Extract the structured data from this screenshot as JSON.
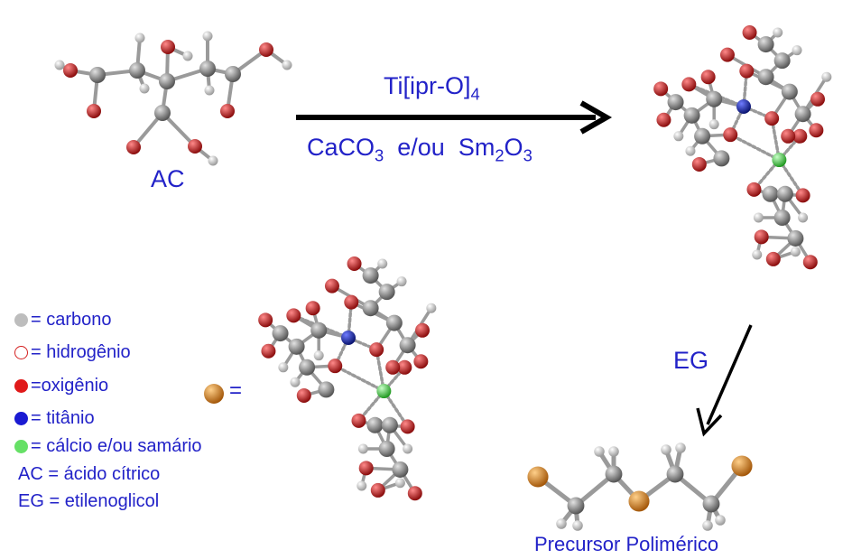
{
  "labels": {
    "ac": "AC",
    "reagent_top": "Ti[ipr-O]",
    "reagent_top_sub": "4",
    "reagent_bottom_1": "CaCO",
    "reagent_bottom_1_sub": "3",
    "reagent_bottom_or": "e/ou",
    "reagent_bottom_2a": "Sm",
    "reagent_bottom_2a_sub": "2",
    "reagent_bottom_2b": "O",
    "reagent_bottom_2b_sub": "3",
    "eg": "EG",
    "product": "Precursor Polimérico",
    "equals": "="
  },
  "legend": {
    "items": [
      {
        "symbol": "gray",
        "text": "= carbono"
      },
      {
        "symbol": "open",
        "text": "= hidrogênio"
      },
      {
        "symbol": "red",
        "text": "=oxigênio"
      },
      {
        "symbol": "blue",
        "text": " = titânio"
      },
      {
        "symbol": "green",
        "text": "= cálcio e/ou samário"
      }
    ],
    "abbreviations": [
      "AC = ácido cítrico",
      "EG = etilenoglicol"
    ]
  },
  "colors": {
    "text": "#2222c8",
    "carbon": "#7a7a7a",
    "oxygen": "#c81e1e",
    "hydrogen": "#e6e6e6",
    "titanium": "#1a2aa8",
    "calcium": "#3ccc3c",
    "orange": "#d98a1c",
    "arrow": "#000000"
  }
}
